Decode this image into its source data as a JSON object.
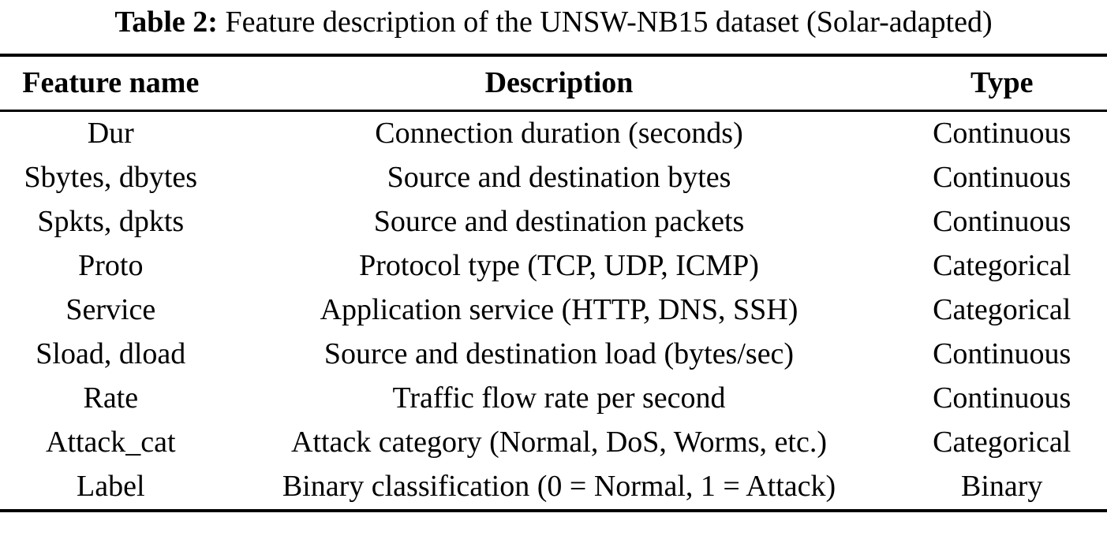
{
  "table": {
    "caption_label": "Table 2:",
    "caption_text": "Feature description of the UNSW-NB15 dataset (Solar-adapted)",
    "headers": [
      "Feature name",
      "Description",
      "Type"
    ],
    "rows": [
      [
        "Dur",
        "Connection duration (seconds)",
        "Continuous"
      ],
      [
        "Sbytes, dbytes",
        "Source and destination bytes",
        "Continuous"
      ],
      [
        "Spkts, dpkts",
        "Source and destination packets",
        "Continuous"
      ],
      [
        "Proto",
        "Protocol type (TCP, UDP, ICMP)",
        "Categorical"
      ],
      [
        "Service",
        "Application service (HTTP, DNS, SSH)",
        "Categorical"
      ],
      [
        "Sload, dload",
        "Source and destination load (bytes/sec)",
        "Continuous"
      ],
      [
        "Rate",
        "Traffic flow rate per second",
        "Continuous"
      ],
      [
        "Attack_cat",
        "Attack category (Normal, DoS, Worms, etc.)",
        "Categorical"
      ],
      [
        "Label",
        "Binary classification (0 = Normal, 1 = Attack)",
        "Binary"
      ]
    ]
  }
}
